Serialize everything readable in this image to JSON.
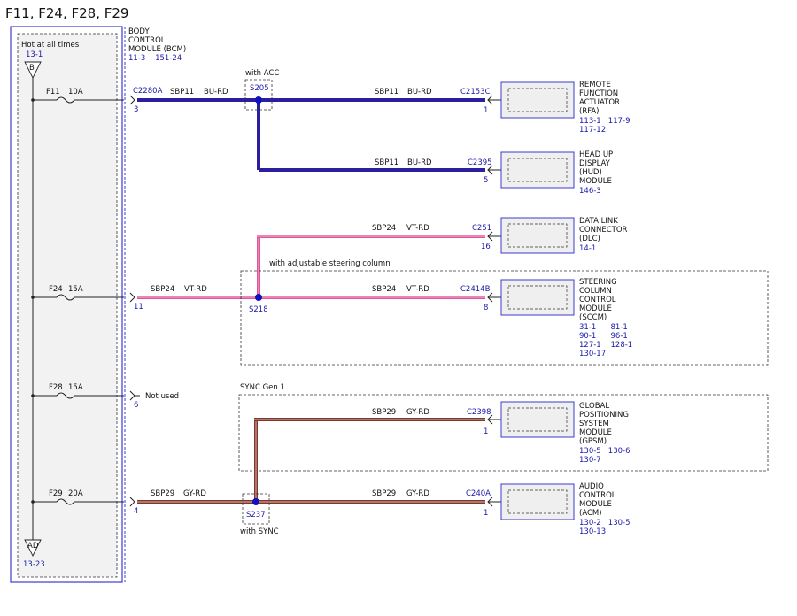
{
  "title": "F11, F24, F28, F29",
  "fuse_box": {
    "label": "Hot at all times",
    "ref": "13-1",
    "top_connector": "B",
    "bottom_connector": "AD",
    "bottom_ref": "13-23"
  },
  "bcm": {
    "lines": [
      "BODY",
      "CONTROL",
      "MODULE (BCM)"
    ],
    "refs": "11-3    151-24"
  },
  "fuses": [
    {
      "name": "F11",
      "amps": "10A"
    },
    {
      "name": "F24",
      "amps": "15A"
    },
    {
      "name": "F28",
      "amps": "15A"
    },
    {
      "name": "F29",
      "amps": "20A"
    }
  ],
  "circuits": {
    "c2280a": "C2280A",
    "pin3": "3",
    "pin11": "11",
    "pin6": "6",
    "pin4": "4",
    "sbp11": "SBP11",
    "bu_rd": "BU-RD",
    "sbp24": "SBP24",
    "vt_rd": "VT-RD",
    "sbp29": "SBP29",
    "gy_rd": "GY-RD",
    "not_used": "Not used"
  },
  "splices": {
    "s205": "S205",
    "s218": "S218",
    "s237": "S237",
    "with_acc": "with ACC",
    "with_sync": "with SYNC"
  },
  "options": {
    "steering": "with adjustable steering column",
    "sync": "SYNC Gen 1"
  },
  "modules": [
    {
      "connector": "C2153C",
      "pin": "1",
      "name": [
        "REMOTE",
        "FUNCTION",
        "ACTUATOR",
        "(RFA)"
      ],
      "refs": [
        "113-1   117-9",
        "117-12"
      ]
    },
    {
      "connector": "C2395",
      "pin": "5",
      "name": [
        "HEAD UP",
        "DISPLAY",
        "(HUD)",
        "MODULE"
      ],
      "refs": [
        "146-3"
      ]
    },
    {
      "connector": "C251",
      "pin": "16",
      "name": [
        "DATA LINK",
        "CONNECTOR",
        "(DLC)"
      ],
      "refs": [
        "14-1"
      ]
    },
    {
      "connector": "C2414B",
      "pin": "8",
      "name": [
        "STEERING",
        "COLUMN",
        "CONTROL",
        "MODULE",
        "(SCCM)"
      ],
      "refs": [
        "31-1      81-1",
        "90-1      96-1",
        "127-1    128-1",
        "130-17"
      ]
    },
    {
      "connector": "C2398",
      "pin": "1",
      "name": [
        "GLOBAL",
        "POSITIONING",
        "SYSTEM",
        "MODULE",
        "(GPSM)"
      ],
      "refs": [
        "130-5   130-6",
        "130-7"
      ]
    },
    {
      "connector": "C240A",
      "pin": "1",
      "name": [
        "AUDIO",
        "CONTROL",
        "MODULE",
        "(ACM)"
      ],
      "refs": [
        "130-2   130-5",
        "130-13"
      ]
    }
  ],
  "colors": {
    "wire_blue": "#2b1fa0",
    "wire_pink": "#e0559a",
    "wire_brown": "#7a3a2e",
    "ref_text": "#1a1aa8",
    "border_blue": "#3c3cd0"
  }
}
